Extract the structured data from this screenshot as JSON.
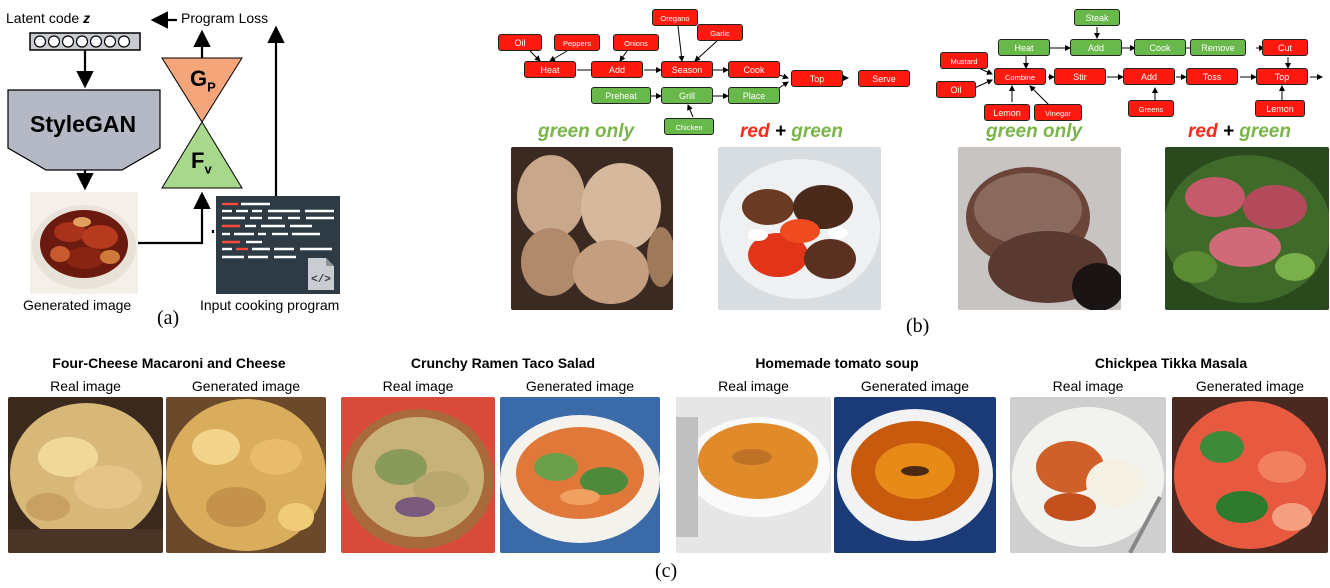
{
  "panel_a": {
    "latent_label": "Latent code ",
    "latent_var": "z",
    "program_loss": "Program Loss",
    "stylegan": "StyleGAN",
    "gp_main": "G",
    "gp_sub": "P",
    "fv_main": "F",
    "fv_sub": "v",
    "generated_image": "Generated image",
    "input_program": "Input cooking program",
    "caption": "(a)"
  },
  "panel_b": {
    "caption": "(b)",
    "graph1": {
      "nodes": [
        "Oil",
        "Peppers",
        "Onions",
        "Oregano",
        "Garlic",
        "Heat",
        "Add",
        "Season",
        "Cook",
        "Top",
        "Serve",
        "Preheat",
        "Grill",
        "Place",
        "Chicken"
      ]
    },
    "graph2": {
      "nodes": [
        "Steak",
        "Heat",
        "Add",
        "Cook",
        "Remove",
        "Cut",
        "Mustard",
        "Combine",
        "Stir",
        "Add",
        "Toss",
        "Top",
        "Oil",
        "Lemon",
        "Vinegar",
        "Greens",
        "Lemon"
      ]
    },
    "labels": {
      "green_only": "green only",
      "red": "red",
      "plus": " + ",
      "green": "green"
    }
  },
  "panel_c": {
    "caption": "(c)",
    "real_label": "Real image",
    "generated_label": "Generated image",
    "dishes": [
      {
        "title": "Four-Cheese Macaroni and Cheese"
      },
      {
        "title": "Crunchy Ramen Taco Salad"
      },
      {
        "title": "Homemade tomato soup"
      },
      {
        "title": "Chickpea Tikka Masala"
      }
    ]
  },
  "colors": {
    "red_node": "#ff1a0f",
    "green_node": "#69b84a",
    "gp_fill": "#f5a57a",
    "fv_fill": "#a8d88c",
    "stylegan_fill": "#b4b9c5",
    "code_bg": "#2e3a44"
  }
}
